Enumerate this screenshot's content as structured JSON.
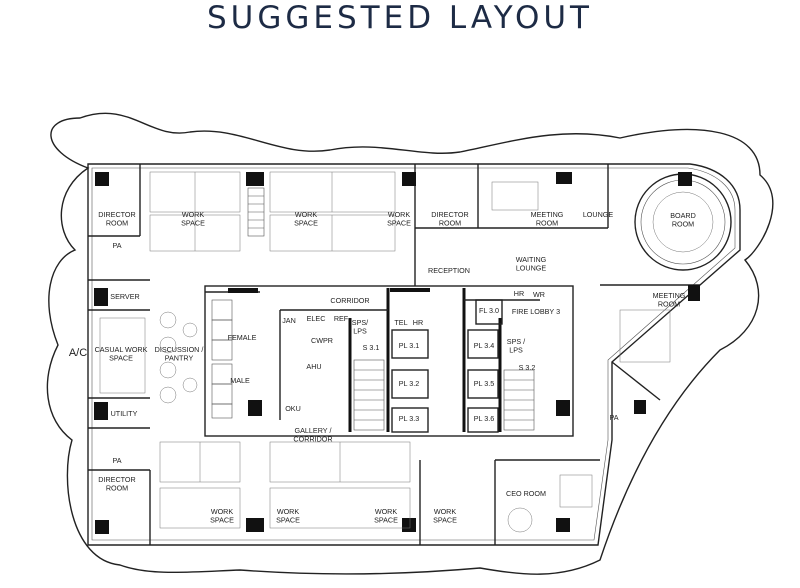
{
  "title": "SUGGESTED LAYOUT",
  "rooms": {
    "director_room_1": [
      "DIRECTOR",
      "ROOM"
    ],
    "work_space_1": [
      "WORK",
      "SPACE"
    ],
    "work_space_2": [
      "WORK",
      "SPACE"
    ],
    "work_space_3": [
      "WORK",
      "SPACE"
    ],
    "director_room_2": [
      "DIRECTOR",
      "ROOM"
    ],
    "meeting_room_1": [
      "MEETING",
      "ROOM"
    ],
    "lounge": "LOUNGE",
    "board_room": [
      "BOARD",
      "ROOM"
    ],
    "pa_1": "PA",
    "reception": "RECEPTION",
    "waiting_lounge": [
      "WAITING",
      "LOUNGE"
    ],
    "server": "SERVER",
    "corridor": "CORRIDOR",
    "hr_1": "HR",
    "wr": "WR",
    "meeting_room_2": [
      "MEETING",
      "ROOM"
    ],
    "jan": "JAN",
    "elec": "ELEC",
    "ref": "REF",
    "sps_lps_1": [
      "SPS/",
      "LPS"
    ],
    "tel": "TEL",
    "hr_2": "HR",
    "fl_3_0": "FL 3.0",
    "fire_lobby_3": "FIRE LOBBY 3",
    "ac": "A/C",
    "casual_work_space": [
      "CASUAL WORK",
      "SPACE"
    ],
    "discussion_pantry": [
      "DISCUSSION /",
      "PANTRY"
    ],
    "female": "FEMALE",
    "cwpr": "CWPR",
    "s_3_1": "S 3.1",
    "pl_3_1": "PL 3.1",
    "pl_3_4": "PL 3.4",
    "sps_lps_2": [
      "SPS /",
      "LPS"
    ],
    "ahu": "AHU",
    "pl_3_2": "PL 3.2",
    "pl_3_5": "PL 3.5",
    "s_3_2": "S 3.2",
    "male": "MALE",
    "utility": "UTILITY",
    "oku": "OKU",
    "pl_3_3": "PL 3.3",
    "pl_3_6": "PL 3.6",
    "pa_2": "PA",
    "gallery_corridor": [
      "GALLERY /",
      "CORRIDOR"
    ],
    "pa_3": "PA",
    "director_room_3": [
      "DIRECTOR",
      "ROOM"
    ],
    "ceo_room": "CEO ROOM",
    "work_space_4": [
      "WORK",
      "SPACE"
    ],
    "work_space_5": [
      "WORK",
      "SPACE"
    ],
    "work_space_6": [
      "WORK",
      "SPACE"
    ],
    "work_space_7": [
      "WORK",
      "SPACE"
    ]
  }
}
